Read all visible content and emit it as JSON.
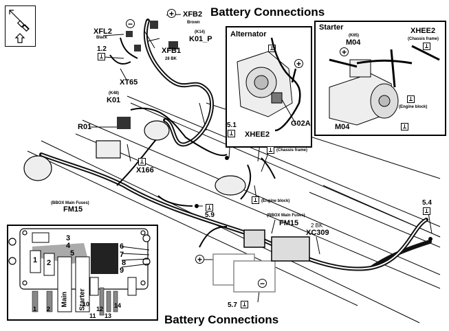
{
  "titles": {
    "top": "Battery Connections",
    "bottom": "Battery Connections"
  },
  "orientation_icon": "vehicle-orientation-arrow-icon",
  "top_harness": {
    "xfb2": {
      "label": "XFB2",
      "sub": "Brown",
      "polarity": "+"
    },
    "xfl2": {
      "label": "XFL2",
      "sub": "Black",
      "polarity": "−"
    },
    "k01p": {
      "label": "K01_P",
      "sub": "(K14)"
    },
    "xfb1": {
      "label": "XFB1",
      "sub": "28 BK"
    },
    "ground_1_2": {
      "label": "1.2"
    },
    "xt65": {
      "label": "XT65"
    }
  },
  "alternator_inset": {
    "title": "Alternator",
    "polarity": "+",
    "g02a": "G02A"
  },
  "starter_inset": {
    "title": "Starter",
    "m04_top": {
      "label": "M04",
      "sub": "(K65)"
    },
    "xhee2": "XHEE2",
    "chassis_frame": "(Chassis frame)",
    "engine_block": "(Engine block)",
    "m04_bottom": "M04",
    "polarity": "+"
  },
  "main_diagram": {
    "k01": {
      "label": "K01",
      "sub": "(K48)"
    },
    "r01": "R01",
    "x166": "X166",
    "ground_5_1": "5.1",
    "xhee2": "XHEE2",
    "chassis_frame": "(Chassis frame)",
    "engine_block": "(Engine block)",
    "ground_5_9": "5.9",
    "ground_5_4": "5.4",
    "ground_5_7": "5.7",
    "fm15": {
      "label": "FM15",
      "sub": "(BBOX Main Fuses)"
    },
    "xc309": {
      "label": "XC309",
      "sub": "2 BK"
    },
    "battery_positive": "+",
    "battery_negative": "−"
  },
  "fuse_box_inset": {
    "fm15": {
      "label": "FM15",
      "sub": "(BBOX Main Fuses)"
    },
    "slot_labels": [
      "1",
      "2"
    ],
    "fuse_numbers_top": [
      "3",
      "4",
      "5"
    ],
    "fuse_numbers_right": [
      "6",
      "7",
      "8",
      "9"
    ],
    "fuse_numbers_bottom": [
      "10",
      "11",
      "12",
      "13",
      "14"
    ],
    "cable_labels": [
      "Main",
      "Starter"
    ],
    "terminal_labels": [
      "1",
      "2",
      "10",
      "11",
      "12",
      "13",
      "14"
    ]
  }
}
